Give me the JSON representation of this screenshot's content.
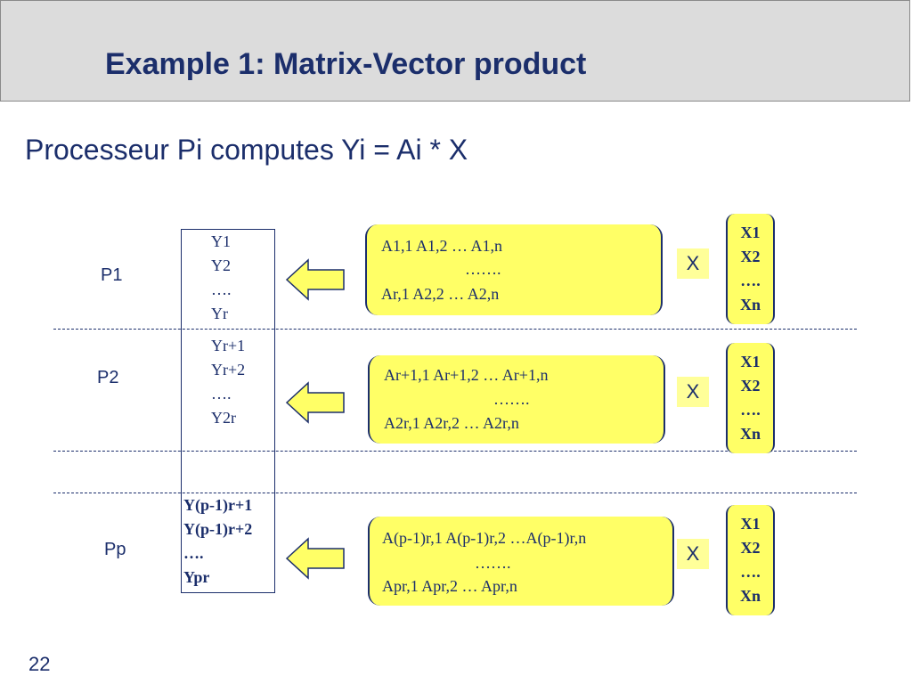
{
  "title": "Example 1: Matrix-Vector product",
  "subtitle": "Processeur Pi computes   Yi = Ai * X",
  "page_number": "22",
  "processors": [
    {
      "label": "P1",
      "y": [
        "Y1",
        "Y2",
        "….",
        "Yr"
      ],
      "matrix": {
        "row1": "A1,1        A1,2         …       A1,n",
        "row2": "…….",
        "row3": "Ar,1        A2,2         …       A2,n"
      },
      "times": "X",
      "x": [
        "X1",
        "X2",
        "….",
        "Xn"
      ]
    },
    {
      "label": "P2",
      "y": [
        "Yr+1",
        "Yr+2",
        "….",
        "Y2r"
      ],
      "matrix": {
        "row1": "Ar+1,1        Ar+1,2  …  Ar+1,n",
        "row2": "…….",
        "row3": "A2r,1           A2r,2    …  A2r,n"
      },
      "times": "X",
      "x": [
        "X1",
        "X2",
        "….",
        "Xn"
      ]
    },
    {
      "label": "Pp",
      "y": [
        "Y(p-1)r+1",
        "Y(p-1)r+2",
        "….",
        "Ypr"
      ],
      "matrix": {
        "row1": "A(p-1)r,1  A(p-1)r,2 …A(p-1)r,n",
        "row2": "…….",
        "row3": "Apr,1        Apr,2      …  Apr,n"
      },
      "times": "X",
      "x": [
        "X1",
        "X2",
        "….",
        "Xn"
      ]
    }
  ],
  "colors": {
    "title_text": "#1b2e6b",
    "highlight": "#ffff66",
    "title_bar": "#dcdcdc"
  }
}
